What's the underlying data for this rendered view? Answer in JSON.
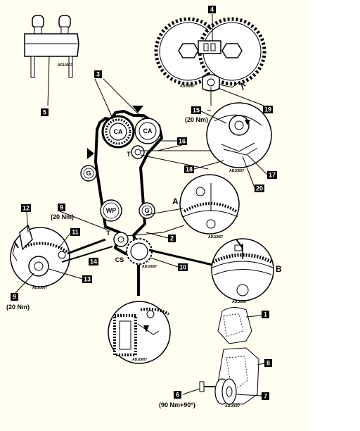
{
  "callouts": {
    "c1": "1",
    "c2": "2",
    "c3": "3",
    "c4": "4",
    "c5": "5",
    "c6": "6",
    "c7": "7",
    "c8": "8",
    "c9a": "9",
    "c9b": "9",
    "c10": "10",
    "c11": "11",
    "c12": "12",
    "c13": "13",
    "c14": "14",
    "c15": "15",
    "c16": "16",
    "c17": "17",
    "c18": "18",
    "c19": "19",
    "c20": "20"
  },
  "torques": {
    "t15": "(20 Nm)",
    "t9a": "(20 Nm)",
    "t9b": "(20 Nm)",
    "t6": "(90 Nm+90°)"
  },
  "pulleys": {
    "ca_left": "CA",
    "ca_right": "CA",
    "tensioner": "T",
    "tensioner_lower": "T",
    "idler_left": "G",
    "idler_right": "G",
    "water_pump": "WP",
    "crank": "CS"
  },
  "views": {
    "a": "A",
    "b": "B"
  },
  "codes": {
    "k1": "AD10007",
    "k2": "AD10007",
    "k3": "AD10007",
    "k4": "AD10007",
    "k5": "AD10007",
    "k6": "AD10007",
    "k7": "AD10007",
    "k8": "AD10007",
    "k9": "AD10007",
    "k10": "AD10007"
  },
  "colors": {
    "ink": "#000000",
    "paper": "#fffef0",
    "margin": "#ffffff"
  }
}
